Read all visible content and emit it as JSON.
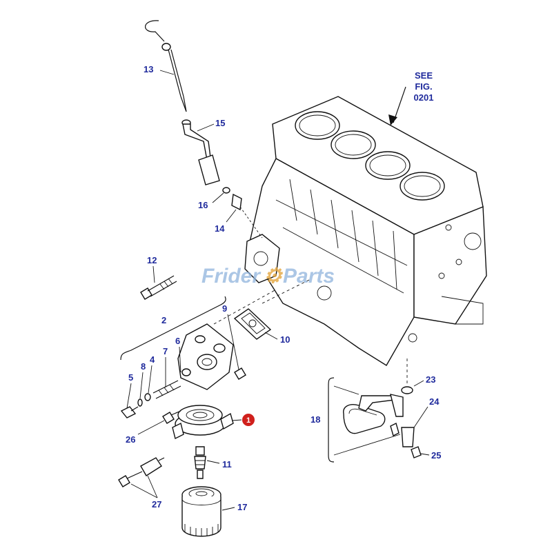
{
  "diagram": {
    "labels": {
      "p1": "1",
      "p2": "2",
      "p4": "4",
      "p5": "5",
      "p6": "6",
      "p7": "7",
      "p8": "8",
      "p9": "9",
      "p10": "10",
      "p11": "11",
      "p12": "12",
      "p13": "13",
      "p14": "14",
      "p15": "15",
      "p16": "16",
      "p17": "17",
      "p18": "18",
      "p23": "23",
      "p24": "24",
      "p25": "25",
      "p26": "26",
      "p27": "27"
    },
    "reference": {
      "line1": "SEE",
      "line2": "FIG.",
      "line3": "0201"
    },
    "watermark": {
      "part_a": "Frider",
      "part_b": "Parts"
    },
    "colors": {
      "label": "#1f2a9c",
      "highlight": "#d0201c",
      "watermark": "#8fb3dc"
    }
  }
}
